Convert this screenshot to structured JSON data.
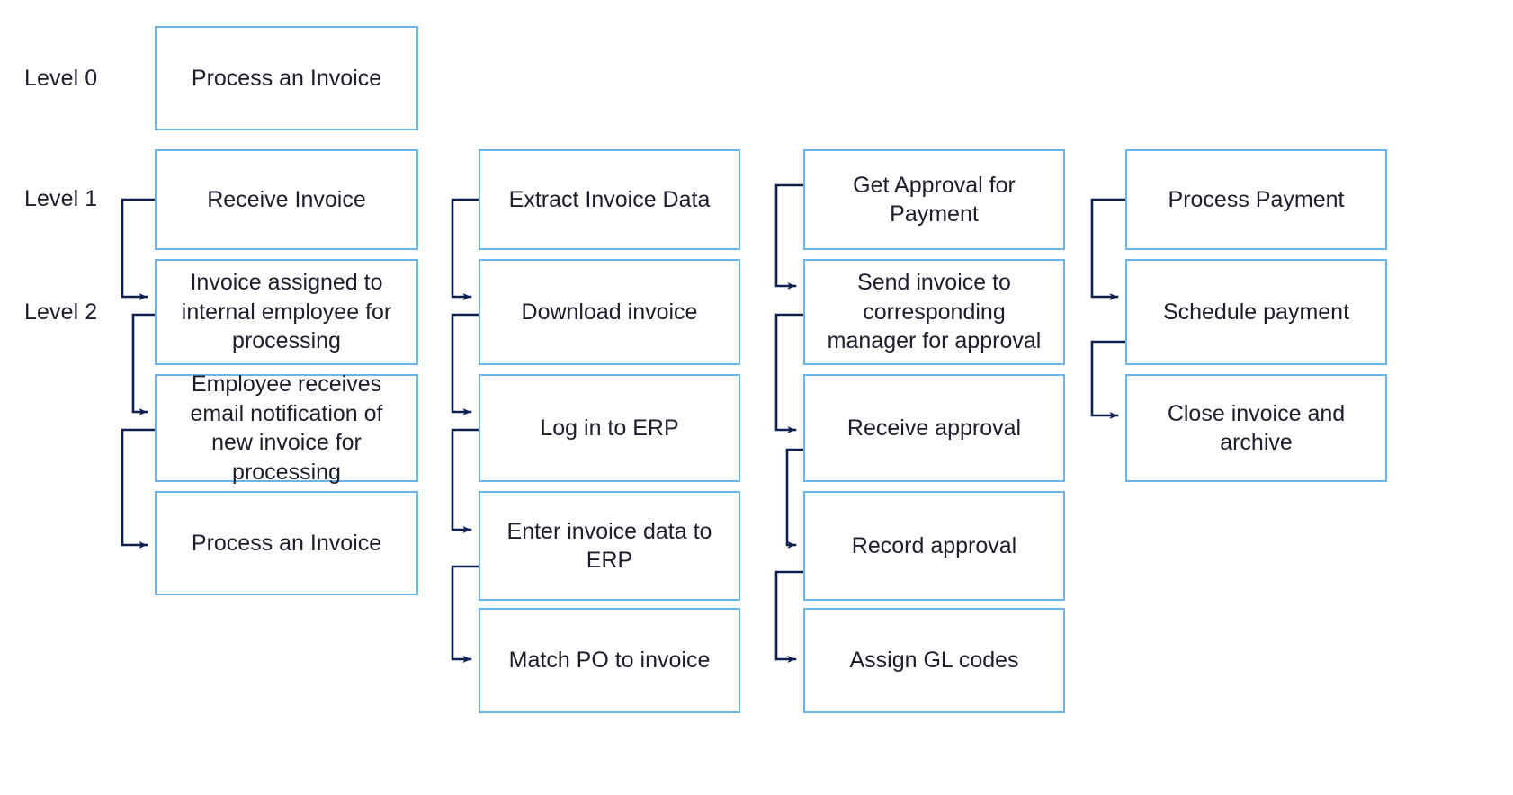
{
  "diagram": {
    "title": "Process an Invoice task hierarchy",
    "colors": {
      "node_border": "#6cb3ea",
      "connector": "#0d2050",
      "text": "#1d1d2b",
      "background": "#ffffff"
    },
    "level_labels": [
      {
        "id": "level-0",
        "text": "Level 0"
      },
      {
        "id": "level-1",
        "text": "Level 1"
      },
      {
        "id": "level-2",
        "text": "Level 2"
      }
    ],
    "root": {
      "id": "root",
      "label": "Process an Invoice"
    },
    "columns": [
      {
        "id": "column-1",
        "parent": {
          "id": "c1-l1",
          "label": "Receive Invoice"
        },
        "children": [
          {
            "id": "c1-n1",
            "label": "Invoice assigned to internal employee for processing"
          },
          {
            "id": "c1-n2",
            "label": "Employee receives email notification of new invoice for processing"
          },
          {
            "id": "c1-n3",
            "label": "Process an Invoice"
          }
        ]
      },
      {
        "id": "column-2",
        "parent": {
          "id": "c2-l1",
          "label": "Extract Invoice Data"
        },
        "children": [
          {
            "id": "c2-n1",
            "label": "Download invoice"
          },
          {
            "id": "c2-n2",
            "label": "Log in to ERP"
          },
          {
            "id": "c2-n3",
            "label": "Enter invoice data to ERP"
          },
          {
            "id": "c2-n4",
            "label": "Match PO to invoice"
          }
        ]
      },
      {
        "id": "column-3",
        "parent": {
          "id": "c3-l1",
          "label": "Get Approval for Payment"
        },
        "children": [
          {
            "id": "c3-n1",
            "label": "Send invoice to corresponding manager for approval"
          },
          {
            "id": "c3-n2",
            "label": "Receive approval"
          },
          {
            "id": "c3-n3",
            "label": "Record approval"
          },
          {
            "id": "c3-n4",
            "label": "Assign GL codes"
          }
        ]
      },
      {
        "id": "column-4",
        "parent": {
          "id": "c4-l1",
          "label": "Process Payment"
        },
        "children": [
          {
            "id": "c4-n1",
            "label": "Schedule payment"
          },
          {
            "id": "c4-n2",
            "label": "Close invoice and archive"
          }
        ]
      }
    ]
  }
}
